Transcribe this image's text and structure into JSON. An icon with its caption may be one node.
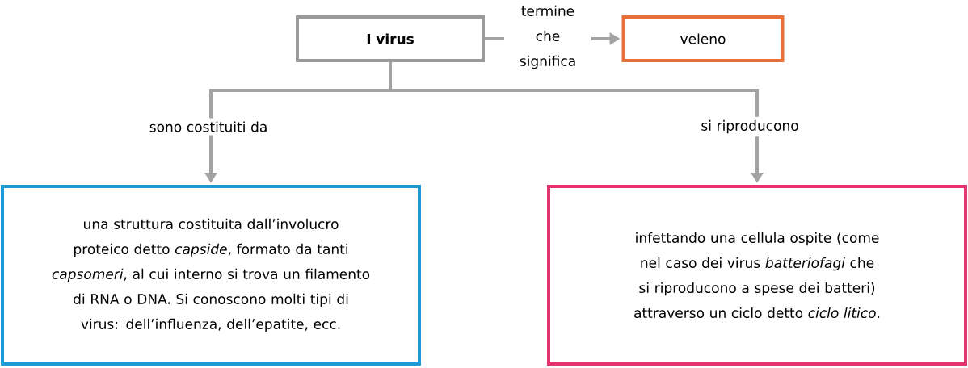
{
  "diagram": {
    "nodes": [
      {
        "text": [
          "I virus"
        ]
      },
      {
        "text": [
          "veleno"
        ]
      },
      {
        "text": [
          "una struttura costituita dall’involucro proteico detto *capside*, formato da tanti *capsomeri*, al cui interno si trova un filamento di RNA o DNA. Si conoscono molti tipi di virus: dell’influenza, dell’epatite, ecc."
        ]
      },
      {
        "text": [
          "infettando una cellula ospite (come nel caso dei virus *batteriofagi* che si riproducono a spese dei batteri) attraverso un ciclo detto *ciclo litico*."
        ]
      }
    ],
    "edges": [
      {
        "from": 0,
        "to": 1,
        "arrow": "to",
        "label": "termine che significa"
      },
      {
        "from": 0,
        "to": 2,
        "arrow": "to",
        "label": "sono costituiti da"
      },
      {
        "from": 0,
        "to": 3,
        "arrow": "to",
        "label": "si riproducono"
      }
    ]
  }
}
